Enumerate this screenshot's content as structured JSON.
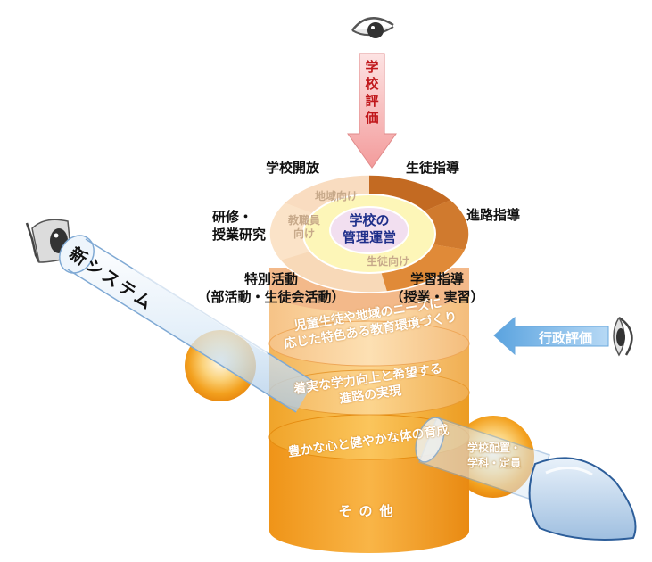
{
  "labels": {
    "school_eval": [
      "学",
      "校",
      "評",
      "価"
    ],
    "admin_eval": "行政評価",
    "new_system": [
      "新",
      "シ",
      "ス",
      "テ",
      "ム"
    ],
    "center": [
      "学校の",
      "管理運営"
    ],
    "inner_ring": {
      "community": "地域向け",
      "staff": [
        "教職員",
        "向け"
      ],
      "students": "生徒向け"
    },
    "outer": {
      "open_school": "学校開放",
      "student_guidance": "生徒指導",
      "career_guidance": "進路指導",
      "training": [
        "研修・",
        "授業研究"
      ],
      "special_activities": [
        "特別活動",
        "（部活動・生徒会活動）"
      ],
      "learning_guidance": [
        "学習指導",
        "（授業・実習）"
      ]
    },
    "layers": {
      "layer1": [
        "児童生徒や地域のニーズに",
        "応じた特色ある教育環境づくり"
      ],
      "layer2": [
        "着実な学力向上と希望する",
        "進路の実現"
      ],
      "layer3": "豊かな心と健やかな体の育成",
      "layer4": "その他"
    },
    "placement": [
      "学校配置・",
      "学科・定員"
    ]
  },
  "icons": [
    "eye-icon-top",
    "eye-icon-left",
    "eye-icon-right",
    "magnifying-lens-icon"
  ],
  "colors": {
    "pink_arrow": "#f6a3a3",
    "blue_arrow": "#7fb8e8",
    "orange_dark": "#c8671e",
    "orange_mid": "#e8892f",
    "layer_light": "#fcd9a3",
    "layer_gold": "#f6c35a",
    "layer_orange": "#f19b2a"
  }
}
